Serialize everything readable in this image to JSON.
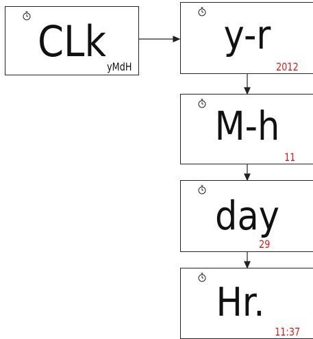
{
  "panels": {
    "clk": {
      "main": "CLk",
      "sub": "yMdH"
    },
    "yr": {
      "main": "y-r",
      "sub": "2012"
    },
    "mh": {
      "main": "M-h",
      "sub": "11"
    },
    "day": {
      "main": "day",
      "sub": "29"
    },
    "hr": {
      "main": "Hr.",
      "sub": "11:37"
    }
  },
  "icons": {
    "panel": "stopwatch-icon",
    "connector": "arrow-icon"
  },
  "colors": {
    "main_text": "#111111",
    "value_text": "#e11919",
    "border": "#222222"
  }
}
